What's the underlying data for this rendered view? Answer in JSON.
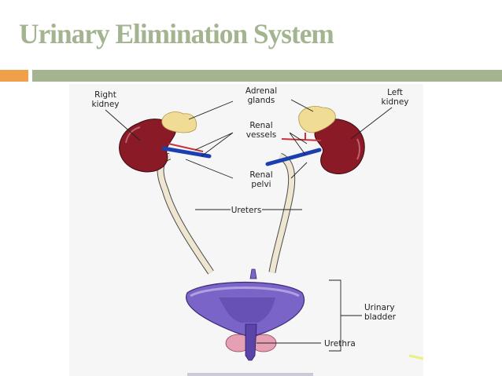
{
  "slide": {
    "title": "Urinary Elimination System",
    "accent_colors": {
      "title": "#a4b490",
      "orange_bar": "#f0a048",
      "green_bar": "#a4b490"
    }
  },
  "diagram": {
    "labels": {
      "right_kidney": [
        "Right",
        "kidney"
      ],
      "adrenal_glands": [
        "Adrenal",
        "glands"
      ],
      "left_kidney": [
        "Left",
        "kidney"
      ],
      "renal_vessels": [
        "Renal",
        "vessels"
      ],
      "renal_pelvi": [
        "Renal",
        "pelvi"
      ],
      "ureters": "Ureters",
      "urinary_bladder": [
        "Urinary",
        "bladder"
      ],
      "urethra": "Urethra"
    },
    "colors": {
      "kidney": "#8a1a26",
      "adrenal": "#f0dc94",
      "vein": "#1c3fb0",
      "artery": "#c8323a",
      "ureter": "#efe6d2",
      "bladder": "#7a64c8",
      "prostate": "#e6a0b4"
    }
  }
}
